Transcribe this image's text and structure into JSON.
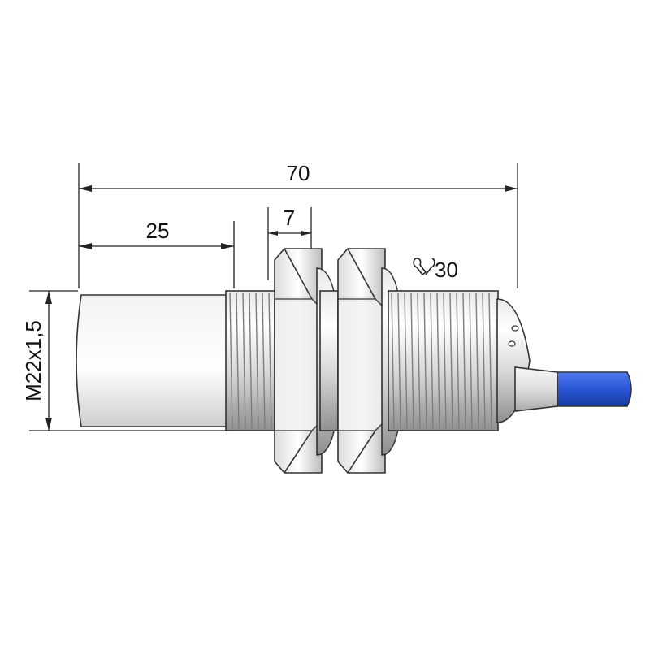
{
  "dimensions": {
    "overall_length": "70",
    "sensing_face_length": "25",
    "nut_width": "7",
    "wrench_size": "30",
    "thread": "M22x1,5"
  },
  "colors": {
    "metal_light": "#f4f4f4",
    "metal_dark": "#9a9a9a",
    "cable": "#2a55d6",
    "outline": "#333333"
  },
  "icons": {
    "wrench": "wrench-icon"
  }
}
